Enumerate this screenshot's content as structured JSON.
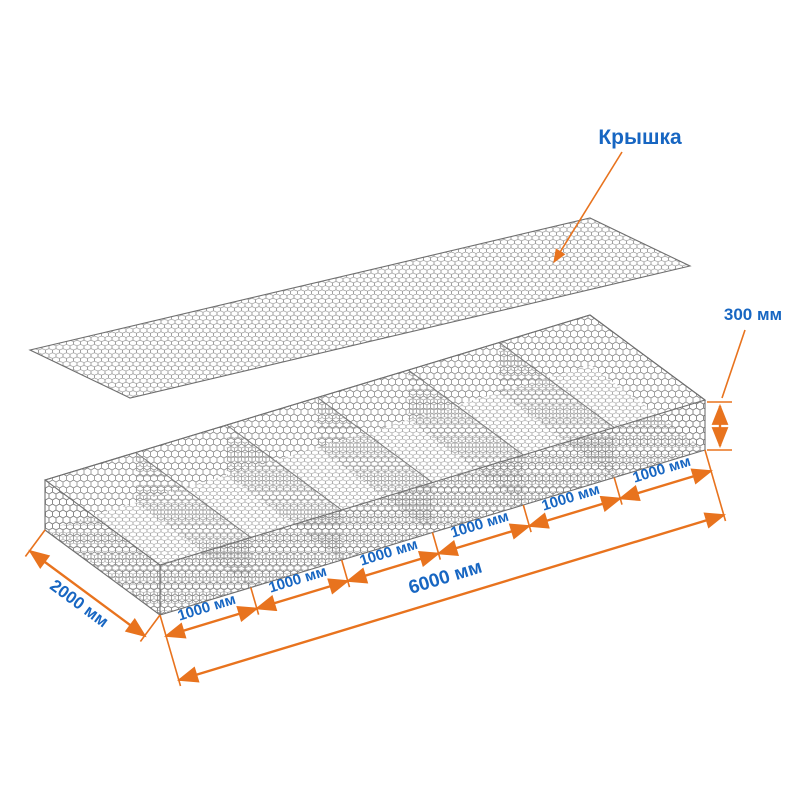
{
  "colors": {
    "dimension": "#E8731E",
    "label": "#1766C2",
    "mesh": "#8C8C8C",
    "background": "#FFFFFF"
  },
  "diagram": {
    "type": "gabion-mattress-exploded-view",
    "lid_label": "Крышка",
    "height_label": "300 мм",
    "length_label": "6000 мм",
    "width_label": "2000 мм",
    "segment_labels": [
      "1000 мм",
      "1000 мм",
      "1000 мм",
      "1000 мм",
      "1000 мм",
      "1000 мм"
    ],
    "compartments": 6
  }
}
